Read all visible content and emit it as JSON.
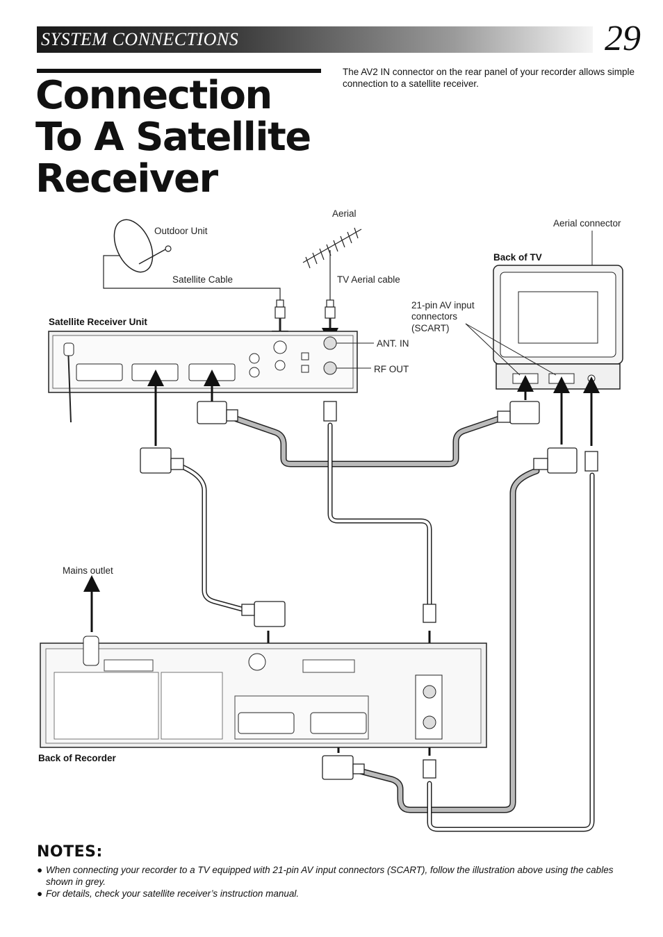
{
  "header": {
    "section": "SYSTEM CONNECTIONS",
    "page_number": "29"
  },
  "title": "Connection To A Satellite Receiver",
  "intro": "The AV2 IN connector on the rear panel of your recorder allows simple connection to a satellite receiver.",
  "diagram": {
    "outdoor_unit": "Outdoor Unit",
    "aerial": "Aerial",
    "aerial_connector": "Aerial connector",
    "satellite_cable": "Satellite Cable",
    "tv_aerial_cable": "TV Aerial cable",
    "back_of_tv": "Back of TV",
    "scart_label_1": "21-pin AV input",
    "scart_label_2": "connectors",
    "scart_label_3": "(SCART)",
    "satellite_receiver_unit": "Satellite Receiver Unit",
    "ant_in": "ANT. IN",
    "rf_out": "RF OUT",
    "mains_outlet": "Mains outlet",
    "back_of_recorder": "Back of Recorder"
  },
  "notes": {
    "title": "NOTES:",
    "items": [
      "When connecting your recorder to a TV equipped with 21-pin AV input connectors (SCART), follow the illustration above using the cables shown in grey.",
      "For details, check your satellite receiver’s instruction manual."
    ]
  }
}
